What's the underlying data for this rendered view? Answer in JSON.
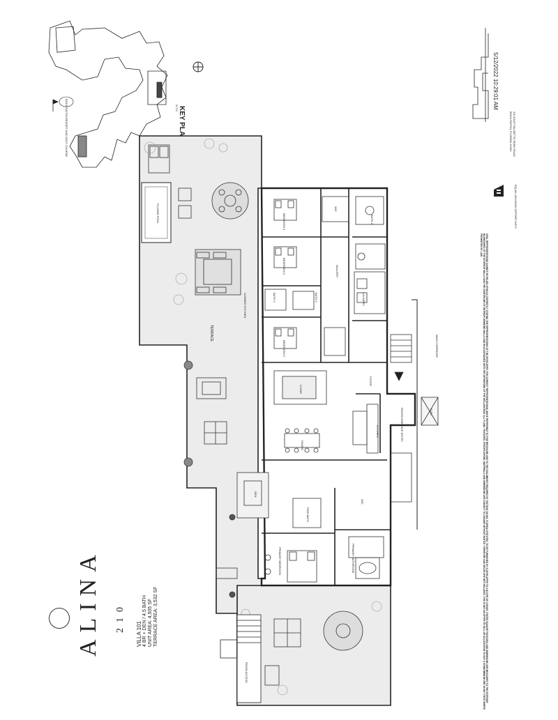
{
  "brand": {
    "name": "ALINA",
    "number": "210"
  },
  "unit": {
    "name": "VILLA 101",
    "bed_bath": "4 BR + DEN / 4.5 BATH",
    "unit_area_label": "UNIT AREA:",
    "unit_area": "4,505 SF",
    "terrace_area_label": "TERRACE AREA:",
    "terrace_area": "3,532 SF"
  },
  "key_plan": {
    "title": "KEY PLAN",
    "scale": "N.T.S",
    "resort": "BOCA RATON RESORT AND GOLF COURSE"
  },
  "timestamp": "5/12/2022 10:29:01 AM",
  "address": [
    "210 EAST PALMETTO PARK ROAD",
    "BOCA RATON, FLORIDA 33432"
  ],
  "equal_housing": "EQUAL HOUSING OPPORTUNITY",
  "rooms": {
    "terrace": "TERRACE",
    "bedroom4": "BEDROOM 4",
    "bedroom3": "BEDROOM 3",
    "bedroom2": "BEDROOM 2",
    "bath4": "BATH 4",
    "bath3": "BATH 3",
    "bath2": "BATH 2",
    "wic": "WIC",
    "laundry": "LAUNDRY",
    "gallery": "GALLERY",
    "foyer": "FOYER",
    "living": "LIVING",
    "dining": "DINING",
    "kitchen": "KITCHEN",
    "pantry": "PANTRY/SERVICE ENTRY",
    "elev": "ELEV",
    "main_corr": "MAIN CORRIDOR",
    "den": "DEN",
    "pwd_bath": "PWD BATH",
    "primary_bedroom": "PRIMARY BEDROOM",
    "primary_bathroom": "PRIMARY BATHROOM",
    "summer_kitchen": "SUMMER KITCHEN",
    "plunge_pool": "PLUNGE POOL",
    "room_access": "ROOM ACCESS"
  },
  "legal_text": "ORAL REPRESENTATIONS CANNOT BE RELIED UPON AS CORRECTLY STATING THE REPRESENTATIONS OF THE DEVELOPER. FOR CORRECT REPRESENTATIONS, MAKE REFERENCE TO THIS BROCHURE AND TO THE DOCUMENTS REQUIRED BY SECTION 718.503, FLORIDA STATUTES, TO BE FURNISHED BY A DEVELOPER TO A BUYER OR LESSEE. STATED SQUARE FOOTAGES AND DIMENSIONS ARE MEASURED TO THE EXTERIOR BOUNDARIES OF THE EXTERIOR WALLS AND THE CENTERLINE OF INTERIOR DEMISING WALLS AND IN ACCORDANCE WITH THE DEFINITIONS OF THE DECLARATION. ALL PLANS, FEATURES, SPECIFICATIONS, MATERIALS AND DIMENSIONS ARE SUBJECT TO CHANGE WITHOUT NOTICE. FURNITURE AND DECOR ARE NOT INCLUDED. THIS IS NOT AN OFFER TO SELL OR SOLICITATION TO BUY A CONDOMINIUM UNIT IN ANY STATE WHERE PROHIBITED BY LAW."
}
